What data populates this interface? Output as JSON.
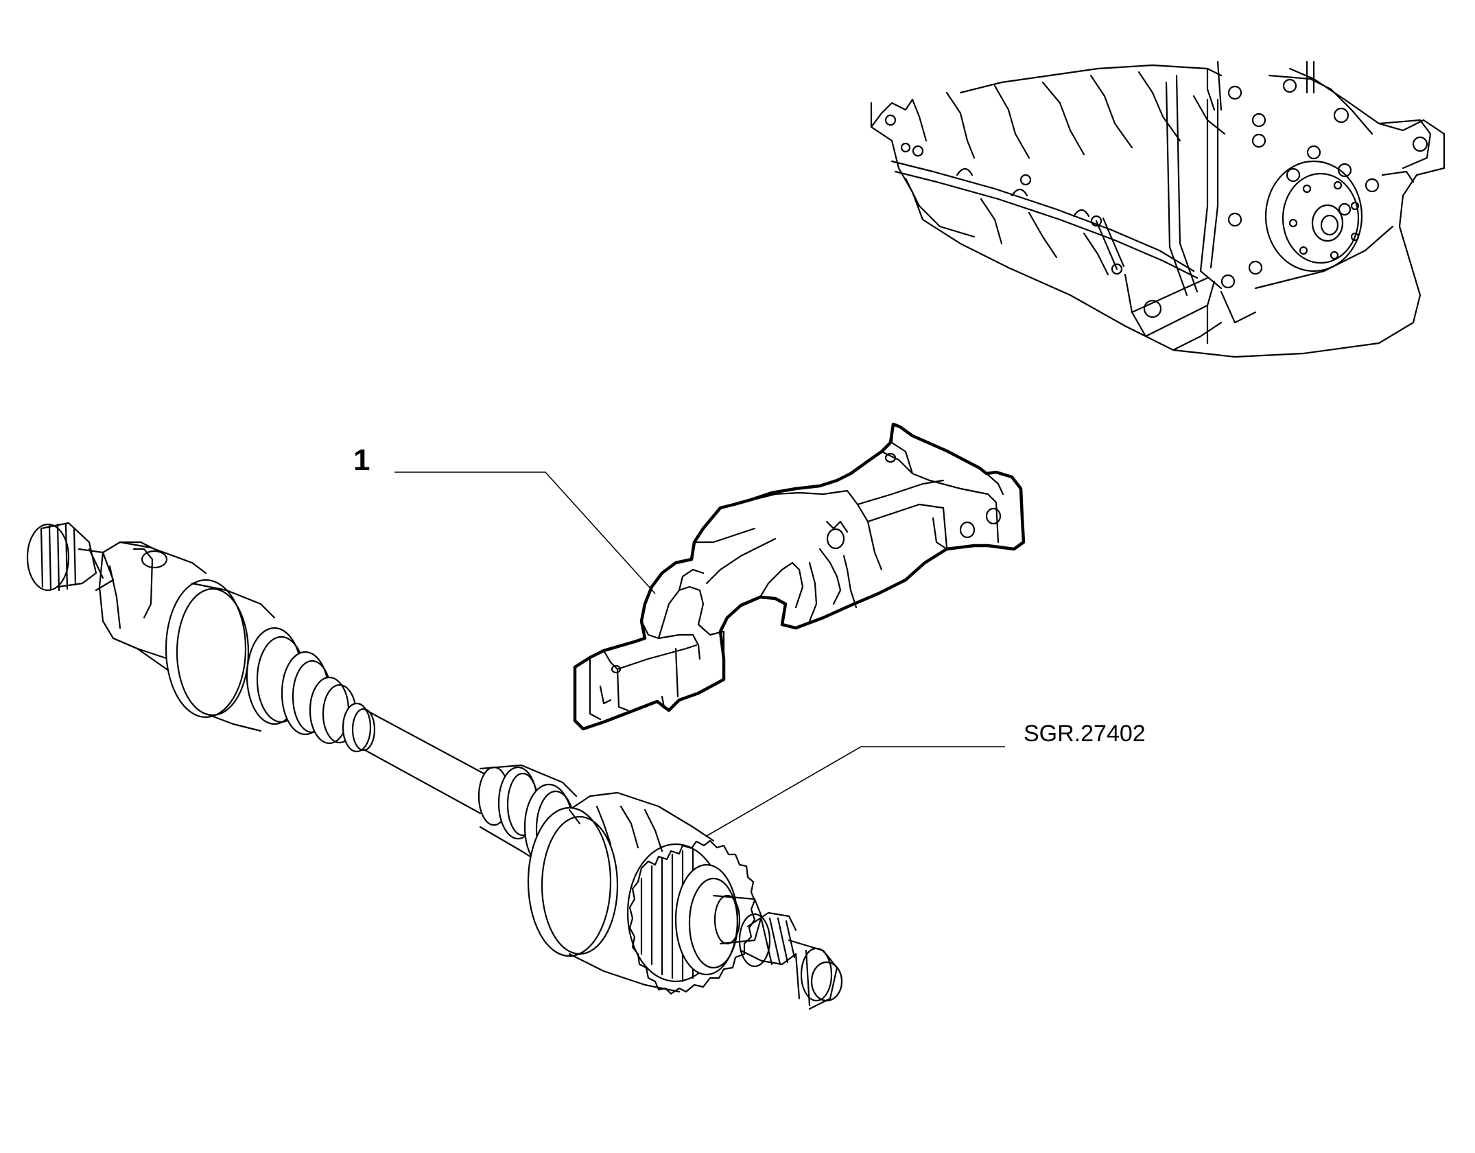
{
  "diagram": {
    "callouts": [
      {
        "number": "1",
        "part": "engine-support-bracket"
      }
    ],
    "reference_code": "SGR.27402",
    "parts": [
      {
        "id": "engine-block",
        "icon": "engine-block-icon"
      },
      {
        "id": "support-bracket",
        "icon": "bracket-icon"
      },
      {
        "id": "drive-shaft",
        "icon": "drive-shaft-icon"
      }
    ],
    "colors": {
      "line": "#000000",
      "background": "#ffffff"
    }
  }
}
